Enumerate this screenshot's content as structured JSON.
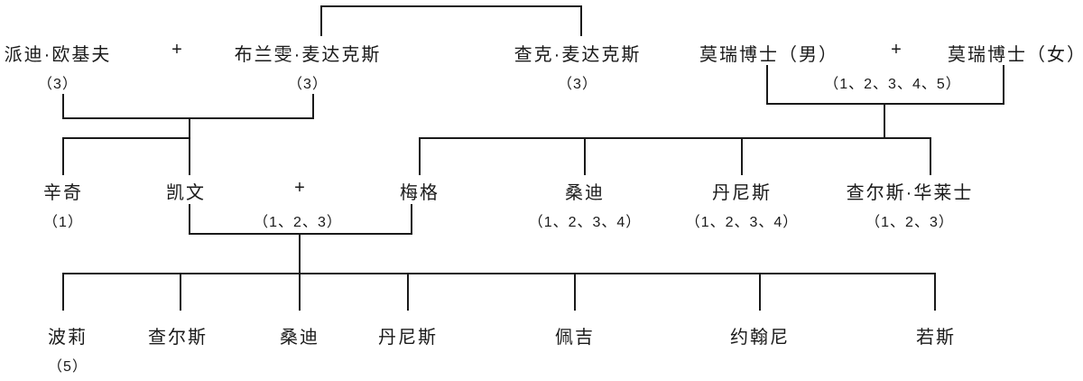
{
  "diagram_type": "family-tree",
  "line_color": "#1a1a1a",
  "nodes": {
    "paddy": {
      "name": "派迪·欧基夫",
      "books": "（3）"
    },
    "plus_okeefe": "+",
    "branwen": {
      "name": "布兰雯·麦达克斯",
      "books": "（3）"
    },
    "chuck": {
      "name": "查克·麦达克斯",
      "books": "（3）"
    },
    "murry_male": {
      "name": "莫瑞博士（男）"
    },
    "plus_murry": "+",
    "murry_female": {
      "name": "莫瑞博士（女）"
    },
    "murry_books": "（1、2、3、4、5）",
    "hinchy": {
      "name": "辛奇",
      "books": "（1）"
    },
    "calvin": {
      "name": "凯文"
    },
    "plus_calvin_meg": "+",
    "calvin_meg_books": "（1、2、3）",
    "meg": {
      "name": "梅格"
    },
    "sandy": {
      "name": "桑迪",
      "books": "（1、2、3、4）"
    },
    "dennys": {
      "name": "丹尼斯",
      "books": "（1、2、3、4）"
    },
    "charles_wallace": {
      "name": "查尔斯·华莱士",
      "books": "（1、2、3）"
    },
    "polly": {
      "name": "波莉",
      "books": "（5）"
    },
    "charles": {
      "name": "查尔斯"
    },
    "sandy_jr": {
      "name": "桑迪"
    },
    "dennys_jr": {
      "name": "丹尼斯"
    },
    "peggy": {
      "name": "佩吉"
    },
    "johnny": {
      "name": "约翰尼"
    },
    "rosy": {
      "name": "若斯"
    }
  },
  "connectors": [
    [
      355,
      6,
      290,
      2
    ],
    [
      355,
      6,
      2,
      34
    ],
    [
      643,
      6,
      2,
      34
    ],
    [
      69,
      104,
      2,
      28
    ],
    [
      346,
      104,
      2,
      28
    ],
    [
      69,
      130,
      279,
      2
    ],
    [
      209,
      130,
      2,
      24
    ],
    [
      69,
      152,
      142,
      2
    ],
    [
      69,
      152,
      2,
      42
    ],
    [
      209,
      152,
      2,
      42
    ],
    [
      849,
      72,
      2,
      44
    ],
    [
      1111,
      72,
      2,
      44
    ],
    [
      849,
      114,
      264,
      2
    ],
    [
      979,
      114,
      2,
      40
    ],
    [
      464,
      152,
      568,
      2
    ],
    [
      464,
      152,
      2,
      42
    ],
    [
      647,
      152,
      2,
      42
    ],
    [
      821,
      152,
      2,
      42
    ],
    [
      1030,
      152,
      2,
      42
    ],
    [
      209,
      226,
      2,
      34
    ],
    [
      455,
      226,
      2,
      34
    ],
    [
      209,
      258,
      248,
      2
    ],
    [
      331,
      258,
      2,
      46
    ],
    [
      69,
      302,
      968,
      2
    ],
    [
      69,
      302,
      2,
      42
    ],
    [
      199,
      302,
      2,
      42
    ],
    [
      331,
      302,
      2,
      42
    ],
    [
      451,
      302,
      2,
      42
    ],
    [
      636,
      302,
      2,
      42
    ],
    [
      841,
      302,
      2,
      42
    ],
    [
      1035,
      302,
      2,
      42
    ]
  ]
}
